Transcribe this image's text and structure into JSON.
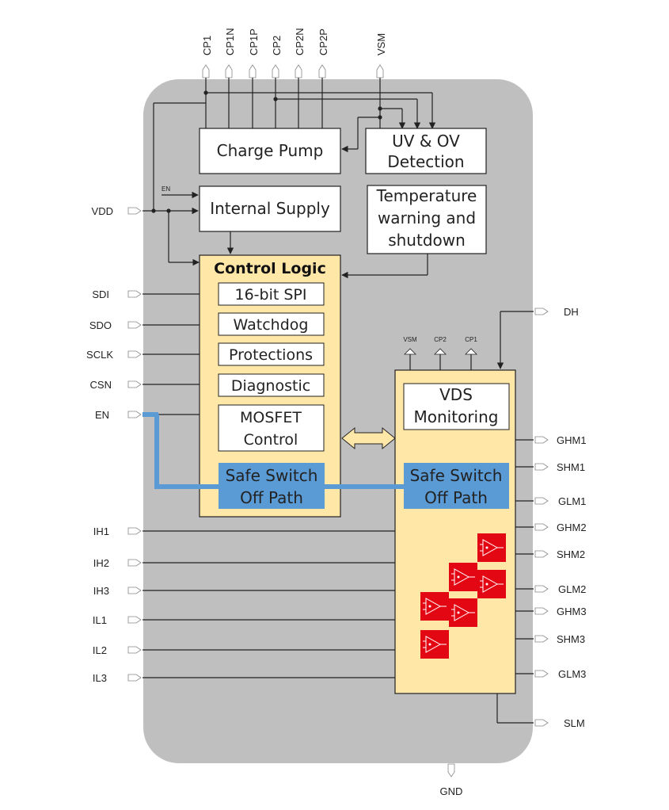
{
  "top_pins": [
    "CP1",
    "CP1N",
    "CP1P",
    "CP2",
    "CP2N",
    "CP2P",
    "VSM"
  ],
  "left_pins": [
    "VDD",
    "SDI",
    "SDO",
    "SCLK",
    "CSN",
    "EN",
    "IH1",
    "IH2",
    "IH3",
    "IL1",
    "IL2",
    "IL3"
  ],
  "right_pins": [
    "DH",
    "GHM1",
    "SHM1",
    "GLM1",
    "GHM2",
    "SHM2",
    "GLM2",
    "GHM3",
    "SHM3",
    "GLM3",
    "SLM"
  ],
  "bottom_pin": "GND",
  "blocks": {
    "charge_pump": "Charge Pump",
    "uv_ov": [
      "UV & OV",
      "Detection"
    ],
    "internal_supply": "Internal Supply",
    "temperature": [
      "Temperature",
      "warning and",
      "shutdown"
    ],
    "control_logic": {
      "title": "Control Logic",
      "items": [
        "16-bit SPI",
        "Watchdog",
        "Protections",
        "Diagnostic"
      ],
      "mosfet": [
        "MOSFET",
        "Control"
      ],
      "safe_switch": [
        "Safe Switch",
        "Off Path"
      ]
    },
    "driver": {
      "vds": [
        "VDS",
        "Monitoring"
      ],
      "safe_switch": [
        "Safe Switch",
        "Off Path"
      ],
      "supply_arrows": [
        "VSM",
        "CP2",
        "CP1"
      ]
    }
  },
  "en_internal_label": "EN",
  "colors": {
    "package": "#bfbfbf",
    "logic_fill": "#ffe7a8",
    "safe_path": "#5b9bd5",
    "amp_red": "#e30613"
  }
}
